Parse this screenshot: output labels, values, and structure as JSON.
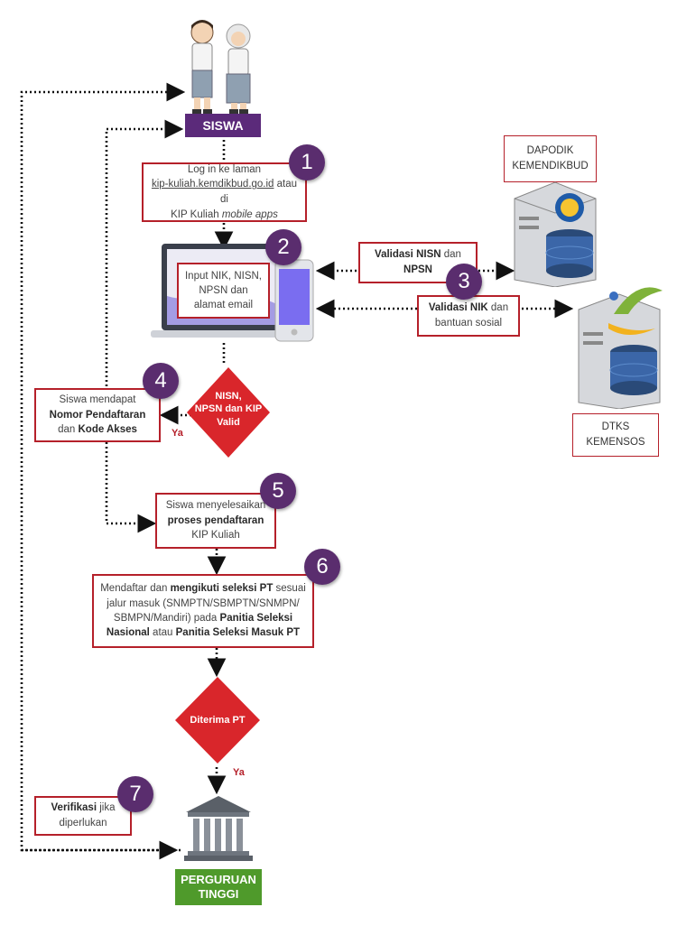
{
  "siswa_label": "SISWA",
  "steps": {
    "s1": {
      "num": "1",
      "line1": "Log in ke laman",
      "link": "kip-kuliah.kemdikbud.go.id",
      "after_link": " atau di",
      "line3a": "KIP Kuliah ",
      "line3b": "mobile apps"
    },
    "s2": {
      "num": "2",
      "text": "Input NIK, NISN, NPSN dan alamat email"
    },
    "s3": {
      "num": "3",
      "box1_bold": "Validasi NISN",
      "box1_rest": " dan",
      "box1_bold2": "NPSN",
      "box2_bold": "Validasi NIK",
      "box2_rest": " dan",
      "box2_line2": "bantuan sosial"
    },
    "s4": {
      "num": "4",
      "line1": "Siswa mendapat",
      "bold1": "Nomor Pendaftaran",
      "line3a": "dan ",
      "bold2": "Kode Akses"
    },
    "s5": {
      "num": "5",
      "line1": "Siswa menyelesaikan",
      "bold1": "proses pendaftaran",
      "line3": "KIP Kuliah"
    },
    "s6": {
      "num": "6",
      "t1": "Mendaftar dan ",
      "b1": "mengikuti seleksi PT",
      "t2": " sesuai",
      "t3": "jalur masuk (SNMPTN/SBMPTN/SNMPN/",
      "t4": "SBMPN/Mandiri) pada ",
      "b2": "Panitia Seleksi",
      "b3": "Nasional",
      "t5": " atau ",
      "b4": "Panitia Seleksi Masuk PT"
    },
    "s7": {
      "num": "7",
      "bold": "Verifikasi",
      "rest": " jika",
      "line2": "diperlukan"
    }
  },
  "decisions": {
    "d1": {
      "line1": "NISN,",
      "line2": "NPSN dan KIP",
      "line3": "Valid",
      "yes": "Ya"
    },
    "d2": {
      "text": "Diterima PT",
      "yes": "Ya"
    }
  },
  "external": {
    "dapodik": {
      "line1": "DAPODIK",
      "line2": "KEMENDIKBUD"
    },
    "dtks": {
      "line1": "DTKS",
      "line2": "KEMENSOS"
    }
  },
  "pt_label": {
    "line1": "PERGURUAN",
    "line2": "TINGGI"
  },
  "colors": {
    "purple": "#5b2a7a",
    "circle": "#5a2d6e",
    "red": "#b5202a",
    "diamond": "#d9262b",
    "green": "#4f9a2b"
  }
}
